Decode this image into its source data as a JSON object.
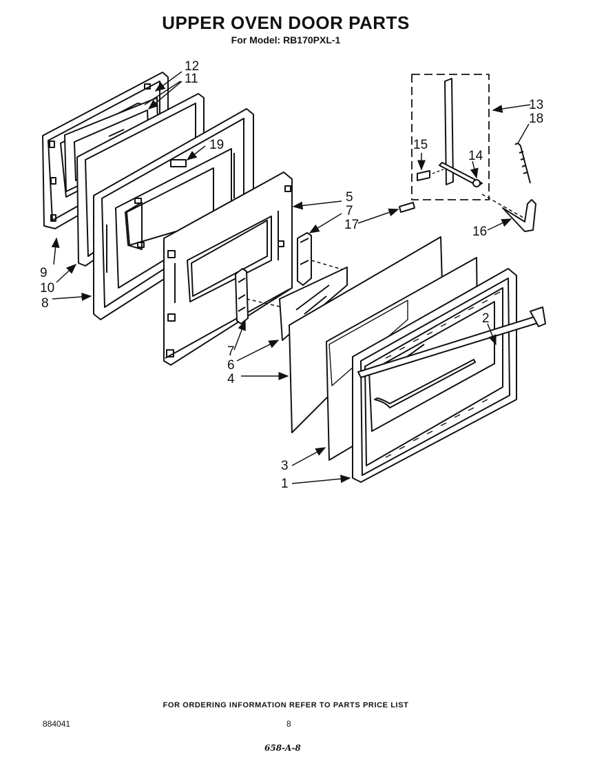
{
  "header": {
    "title": "UPPER OVEN DOOR PARTS",
    "subtitle": "For Model: RB170PXL-1"
  },
  "footer": {
    "note": "FOR ORDERING INFORMATION REFER TO PARTS PRICE LIST",
    "doc_number": "884041",
    "page_number": "8",
    "handwritten": "658-A-8"
  },
  "callouts": {
    "c1": "1",
    "c2": "2",
    "c3": "3",
    "c4": "4",
    "c5": "5",
    "c6": "6",
    "c7a": "7",
    "c7b": "7",
    "c8": "8",
    "c9": "9",
    "c10": "10",
    "c11": "11",
    "c12": "12",
    "c13": "13",
    "c14": "14",
    "c15": "15",
    "c16": "16",
    "c17": "17",
    "c18": "18",
    "c19": "19"
  }
}
